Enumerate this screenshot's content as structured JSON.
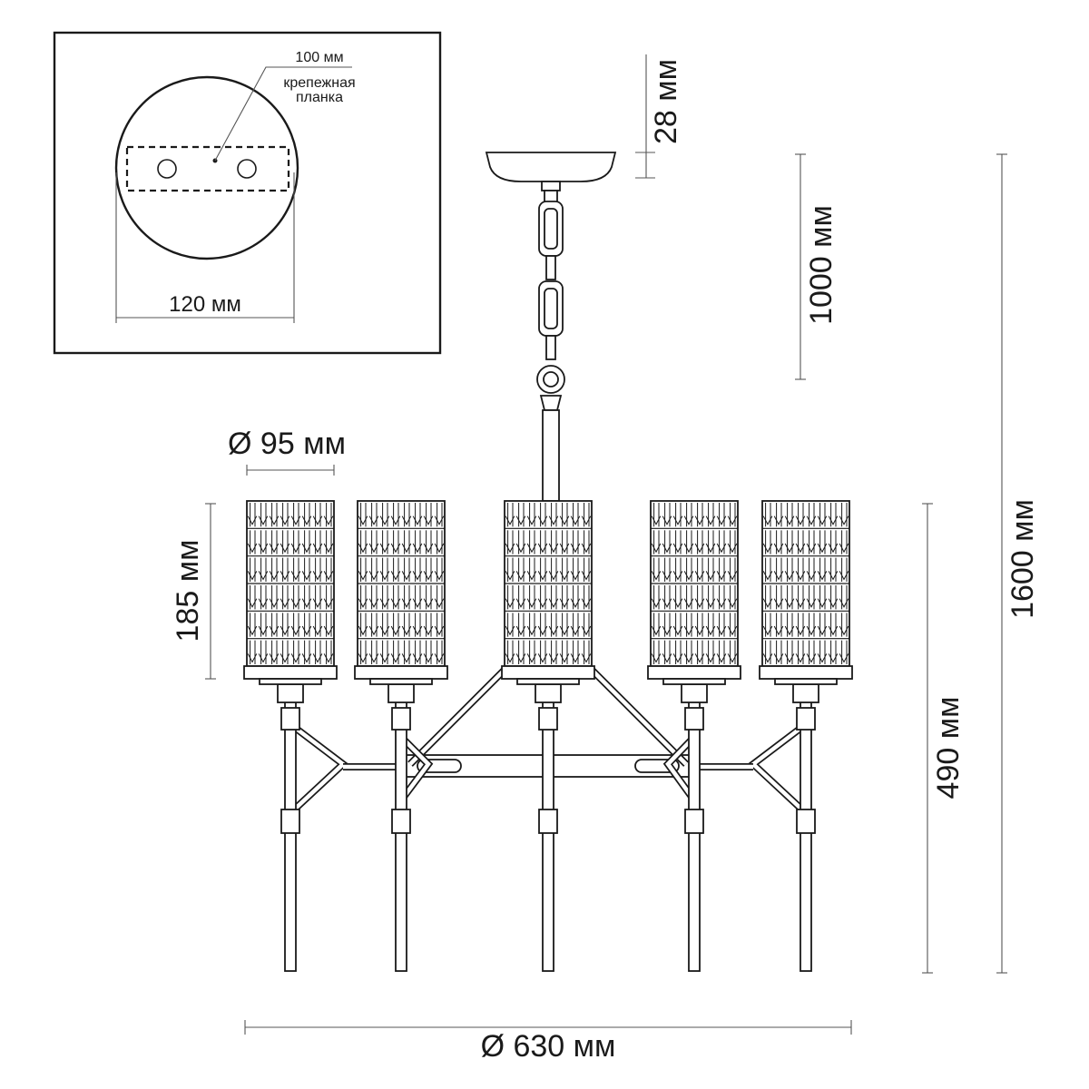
{
  "inset": {
    "plate_label": "100 мм",
    "bracket_label_line1": "крепежная",
    "bracket_label_line2": "планка",
    "canopy_width": "120 мм"
  },
  "dimensions": {
    "canopy_height": "28 мм",
    "chain_length": "1000 мм",
    "total_height": "1600 мм",
    "shade_diameter": "Ø 95 мм",
    "shade_height": "185 мм",
    "body_height": "490 мм",
    "overall_diameter": "Ø 630 мм"
  }
}
